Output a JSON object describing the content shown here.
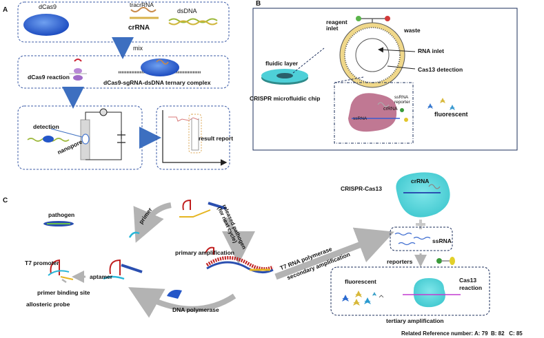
{
  "panelA": {
    "label": "A",
    "dcas9": "dCas9",
    "tracrrna": "tracrRNA",
    "crrna": "crRNA",
    "dsdna": "dsDNA",
    "mix": "mix",
    "dcas9_reaction": "dCas9 reaction",
    "complex": "dCas9-sgRNA-dsDNA ternary complex",
    "detection": "detection",
    "nanopore": "nanopore",
    "result_report": "result report"
  },
  "panelB": {
    "label": "B",
    "reagent_inlet": "reagent\ninlet",
    "waste": "waste",
    "rna_inlet": "RNA inlet",
    "cas13_detection": "Cas13 detection",
    "fluidic_layer": "fluidic layer",
    "chip": "CRISPR microfluidic chip",
    "crrna": "crRNA",
    "ssrna_reporter": "ssRNA\nreporter",
    "ssrna": "ssRNA",
    "fluorescent": "fluorescent"
  },
  "panelC": {
    "label": "C",
    "pathogen": "pathogen",
    "primer": "primer",
    "released": "released pathogen\n(for next cycle)",
    "primary": "primary amplification",
    "t7_promoter": "T7 promoter",
    "aptamer": "aptamer",
    "primer_binding": "primer binding site",
    "allosteric": "allosteric probe",
    "dna_polymerase": "DNA polymerase",
    "t7_rna_pol": "T7 RNA polymerase",
    "secondary": "secondary amplification",
    "crispr_cas13": "CRISPR-Cas13",
    "crrna": "crRNA",
    "ssrna": "ssRNA",
    "reporters": "reporters",
    "fluorescent": "fluorescent",
    "cas13_reaction": "Cas13\nreaction",
    "tertiary": "tertiary amplification"
  },
  "footer": "Related Reference number: A: 79  B: 82   C: 85",
  "colors": {
    "box_border": "#3a5aa6",
    "arrow": "#3d6fc0",
    "gray_arrow": "#b3b3b3",
    "cas13": "#5fd3d8",
    "dcas9": "#2456c8",
    "ssrna_blob": "#c07893"
  }
}
